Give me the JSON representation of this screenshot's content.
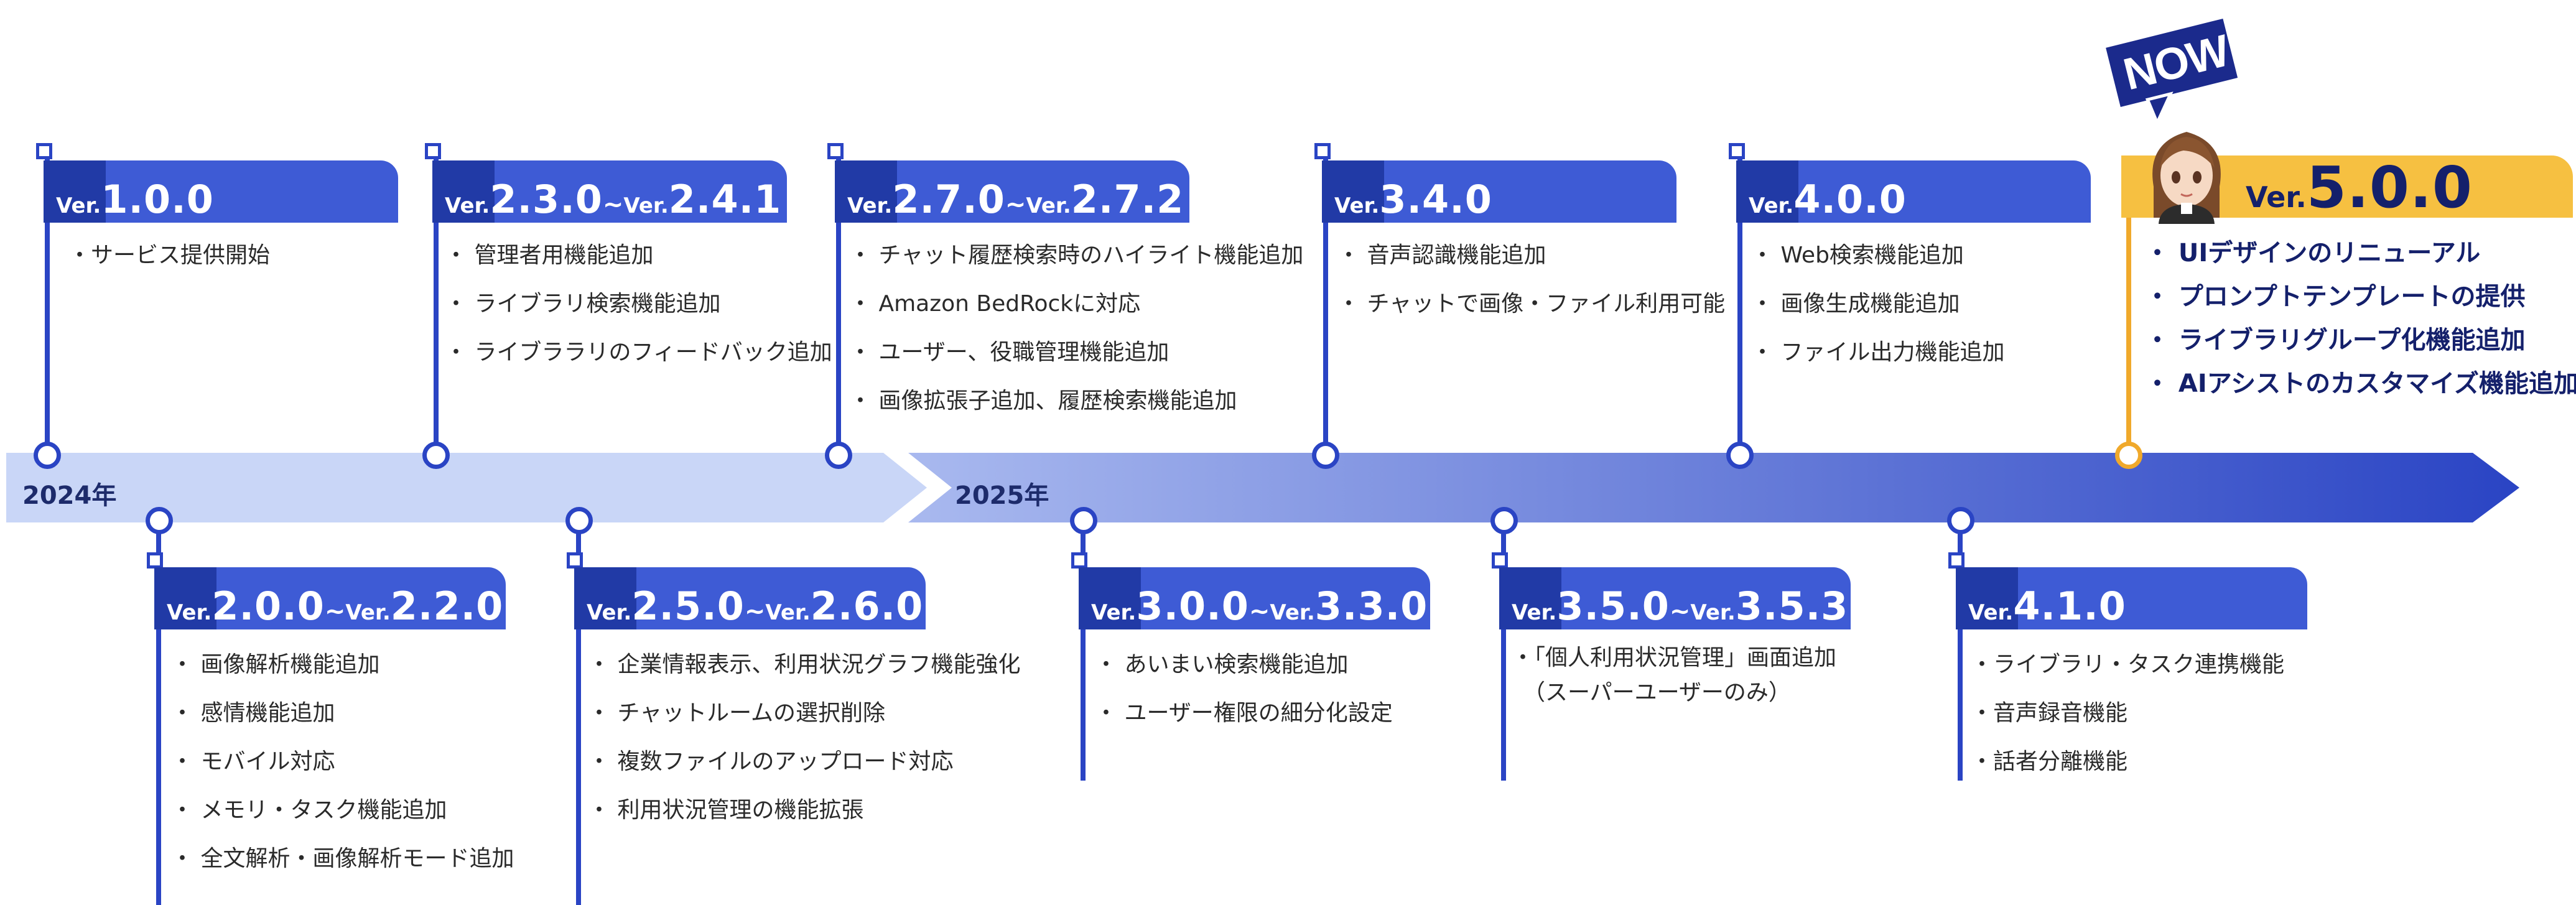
{
  "timeline": {
    "years": [
      "2024年",
      "2025年"
    ],
    "colors": {
      "band_2024": "#c9d6f7",
      "band_2025_start": "#a7b8ef",
      "band_2025_end": "#2a44c4",
      "accent": "#2a44c4",
      "tab_blue": "#3e5bd5",
      "tab_dark": "#213aa6",
      "now_yellow": "#f6c041",
      "now_orange": "#f0a92b",
      "now_text": "#14206b"
    }
  },
  "milestones": [
    {
      "id": "v100",
      "position": "top",
      "ver_prefix": "Ver.",
      "ver_from": "1.0.0",
      "ver_sep": "",
      "ver_prefix2": "",
      "ver_to": "",
      "items": [
        "・サービス提供開始"
      ]
    },
    {
      "id": "v200",
      "position": "bottom",
      "ver_prefix": "Ver.",
      "ver_from": "2.0.0",
      "ver_sep": "~",
      "ver_prefix2": "Ver.",
      "ver_to": "2.2.0",
      "items": [
        "・ 画像解析機能追加",
        "・ 感情機能追加",
        "・ モバイル対応",
        "・ メモリ・タスク機能追加",
        "・ 全文解析・画像解析モード追加"
      ]
    },
    {
      "id": "v230",
      "position": "top",
      "ver_prefix": "Ver.",
      "ver_from": "2.3.0",
      "ver_sep": "~",
      "ver_prefix2": "Ver.",
      "ver_to": "2.4.1",
      "items": [
        "・ 管理者用機能追加",
        "・ ライブラリ検索機能追加",
        "・ ライブララリのフィードバック追加"
      ]
    },
    {
      "id": "v250",
      "position": "bottom",
      "ver_prefix": "Ver.",
      "ver_from": "2.5.0",
      "ver_sep": "~",
      "ver_prefix2": "Ver.",
      "ver_to": "2.6.0",
      "items": [
        "・ 企業情報表示、利用状況グラフ機能強化",
        "・ チャットルームの選択削除",
        "・ 複数ファイルのアップロード対応",
        "・ 利用状況管理の機能拡張"
      ]
    },
    {
      "id": "v270",
      "position": "top",
      "ver_prefix": "Ver.",
      "ver_from": "2.7.0",
      "ver_sep": "~",
      "ver_prefix2": "Ver.",
      "ver_to": "2.7.2",
      "items": [
        "・ チャット履歴検索時のハイライト機能追加",
        "・ Amazon BedRockに対応",
        "・ ユーザー、役職管理機能追加",
        "・ 画像拡張子追加、履歴検索機能追加"
      ]
    },
    {
      "id": "v300",
      "position": "bottom",
      "ver_prefix": "Ver.",
      "ver_from": "3.0.0",
      "ver_sep": "~",
      "ver_prefix2": "Ver.",
      "ver_to": "3.3.0",
      "items": [
        "・ あいまい検索機能追加",
        "・ ユーザー権限の細分化設定"
      ]
    },
    {
      "id": "v340",
      "position": "top",
      "ver_prefix": "Ver.",
      "ver_from": "3.4.0",
      "ver_sep": "",
      "ver_prefix2": "",
      "ver_to": "",
      "items": [
        "・ 音声認識機能追加",
        "・ チャットで画像・ファイル利用可能"
      ]
    },
    {
      "id": "v350",
      "position": "bottom",
      "ver_prefix": "Ver.",
      "ver_from": "3.5.0",
      "ver_sep": "~",
      "ver_prefix2": "Ver.",
      "ver_to": "3.5.3",
      "items": [
        "・「個人利用状況管理」画面追加",
        "（スーパーユーザーのみ）"
      ]
    },
    {
      "id": "v400",
      "position": "top",
      "ver_prefix": "Ver.",
      "ver_from": "4.0.0",
      "ver_sep": "",
      "ver_prefix2": "",
      "ver_to": "",
      "items": [
        "・ Web検索機能追加",
        "・ 画像生成機能追加",
        "・ ファイル出力機能追加"
      ]
    },
    {
      "id": "v410",
      "position": "bottom",
      "ver_prefix": "Ver.",
      "ver_from": "4.1.0",
      "ver_sep": "",
      "ver_prefix2": "",
      "ver_to": "",
      "items": [
        "・ライブラリ・タスク連携機能",
        "・音声録音機能",
        "・話者分離機能"
      ]
    },
    {
      "id": "v500",
      "position": "top",
      "ver_prefix": "Ver.",
      "ver_from": "5.0.0",
      "ver_sep": "",
      "ver_prefix2": "",
      "ver_to": "",
      "now_badge": "NOW",
      "items": [
        "・ UIデザインのリニューアル",
        "・ プロンプトテンプレートの提供",
        "・ ライブラリグループ化機能追加",
        "・ AIアシストのカスタマイズ機能追加"
      ]
    }
  ]
}
